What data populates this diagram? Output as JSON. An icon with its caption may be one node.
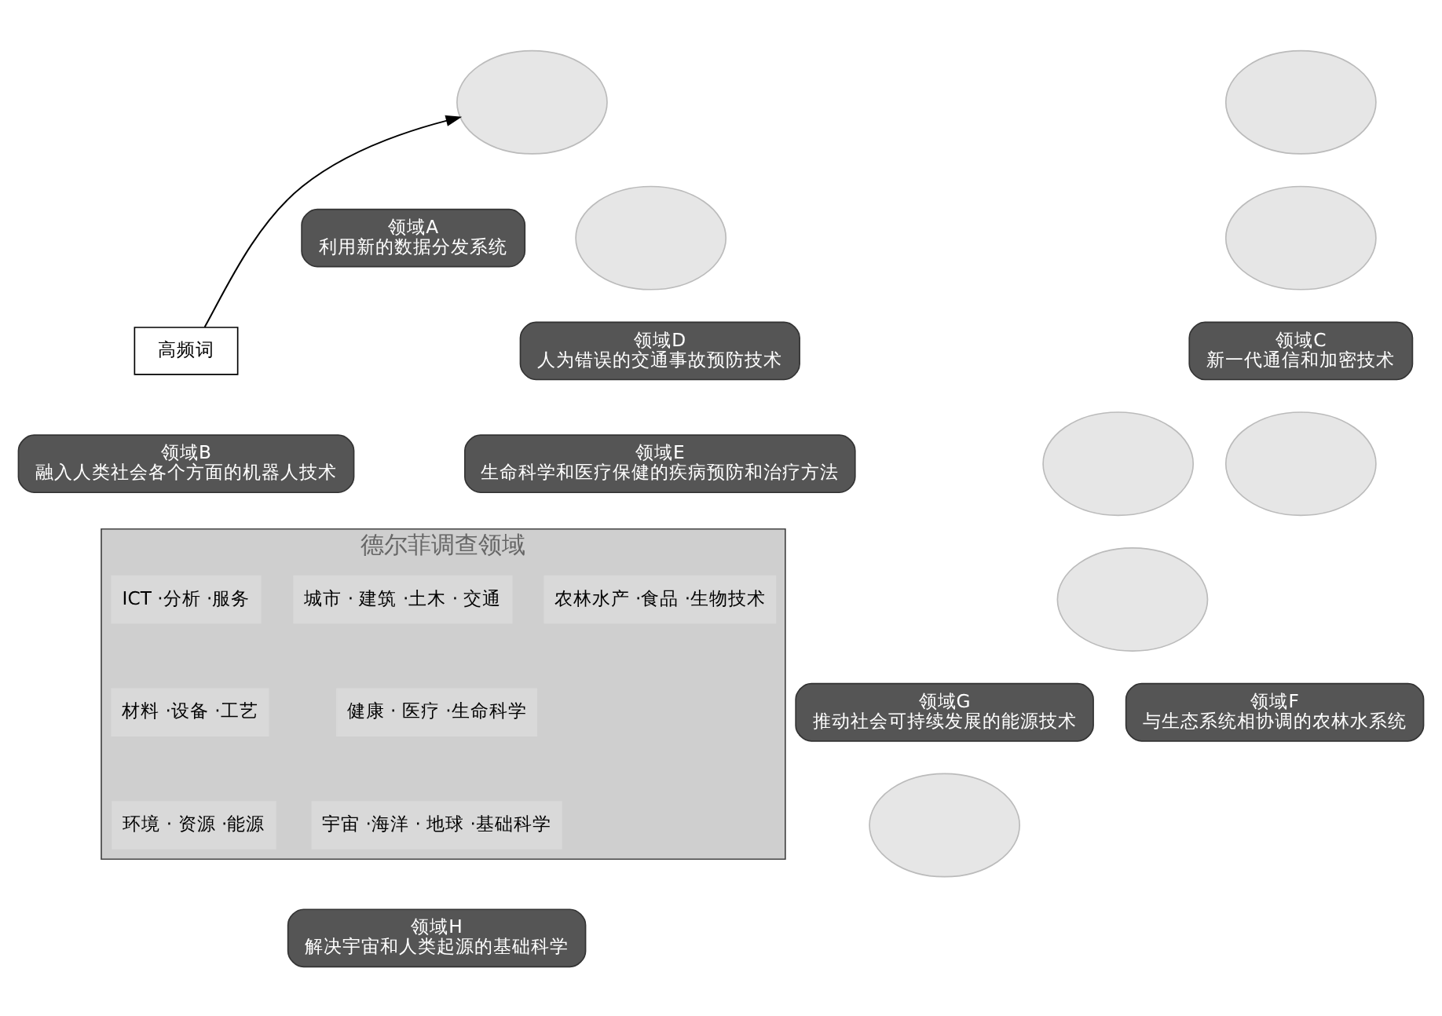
{
  "diagram": {
    "nodes": [
      {
        "text": [
          "德尔菲调查领域"
        ]
      },
      {
        "text": [
          "ICT ·分析 ·服务"
        ],
        "in": 0
      },
      {
        "text": [
          "材料 ·设备 ·工艺"
        ],
        "in": 0
      },
      {
        "text": [
          "环境 · 资源 ·能源"
        ],
        "in": 0
      },
      {
        "text": [
          "宇宙 ·海洋 · 地球 ·基础科学"
        ],
        "in": 0
      },
      {
        "text": [
          "农林水产 ·食品 ·生物技术"
        ],
        "in": 0
      },
      {
        "text": [
          "健康 · 医疗 ·生命科学"
        ],
        "in": 0
      },
      {
        "text": [
          "城市 · 建筑 ·土木 · 交通"
        ],
        "in": 0
      },
      {
        "text": [
          "领域A",
          "利用新的数据分发系统"
        ]
      },
      {
        "text": [
          "领域B",
          "融入人类社会各个方面的机器人技术"
        ]
      },
      {
        "text": [
          "领域C",
          "新一代通信和加密技术"
        ]
      },
      {
        "text": [
          "领域D",
          "人为错误的交通事故预防技术"
        ]
      },
      {
        "text": [
          "领域G",
          "推动社会可持续发展的能源技术"
        ]
      },
      {
        "text": [
          "领域E",
          "生命科学和医疗保健的疾病预防和治疗方法"
        ]
      },
      {
        "text": [
          "领域F",
          "与生态系统相协调的农林水系统"
        ]
      },
      {
        "text": [
          "领域H",
          "解决宇宙和人类起源的基础科学"
        ]
      },
      {
        "text": [
          "高频词"
        ]
      },
      {
        "text": [],
        "shape": "cloud"
      },
      {
        "text": [],
        "shape": "cloud"
      },
      {
        "text": [],
        "shape": "cloud"
      },
      {
        "text": [],
        "shape": "cloud"
      },
      {
        "text": [],
        "shape": "cloud"
      },
      {
        "text": [],
        "shape": "cloud"
      },
      {
        "text": [],
        "shape": "cloud"
      },
      {
        "text": [],
        "shape": "cloud"
      }
    ],
    "edges": [
      {
        "from": 16,
        "to": 17,
        "arrow": "to"
      }
    ]
  }
}
